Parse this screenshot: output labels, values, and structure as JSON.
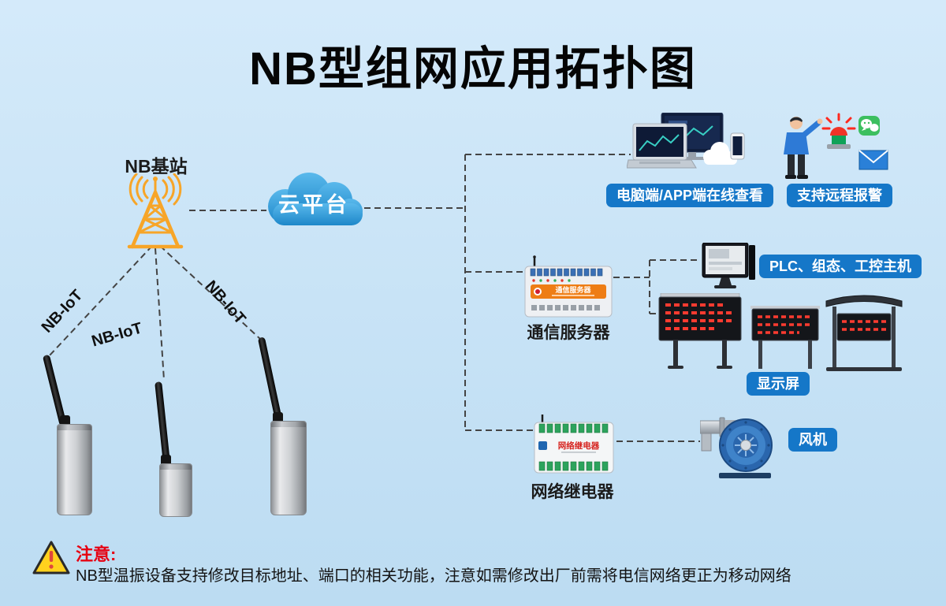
{
  "title": "NB型组网应用拓扑图",
  "nodes": {
    "base_station": {
      "label": "NB基站"
    },
    "cloud": {
      "label": "云平台"
    },
    "nbiot": [
      "NB-IoT",
      "NB-IoT",
      "NB-IoT"
    ],
    "pc_app": {
      "label": "电脑端/APP端在线查看"
    },
    "remote_alarm": {
      "label": "支持远程报警"
    },
    "comm_server": {
      "label": "通信服务器",
      "device_text": "通信服务器"
    },
    "plc": {
      "label": "PLC、组态、工控主机"
    },
    "display_screen": {
      "label": "显示屏"
    },
    "network_relay": {
      "label": "网络继电器",
      "device_text": "网络继电器"
    },
    "fan": {
      "label": "风机"
    }
  },
  "note": {
    "heading": "注意:",
    "body": "NB型温振设备支持修改目标地址、端口的相关功能，注意如需修改出厂前需将电信网络更正为移动网络"
  },
  "colors": {
    "background_top": "#d4eafa",
    "background_bottom": "#bcdcf2",
    "label_pill": "#1577c8",
    "cloud_blue": "#2e9fdc",
    "tower_orange": "#f7a528",
    "note_red": "#e60012",
    "line_dark": "#444444",
    "led_red": "#ff3b30"
  }
}
